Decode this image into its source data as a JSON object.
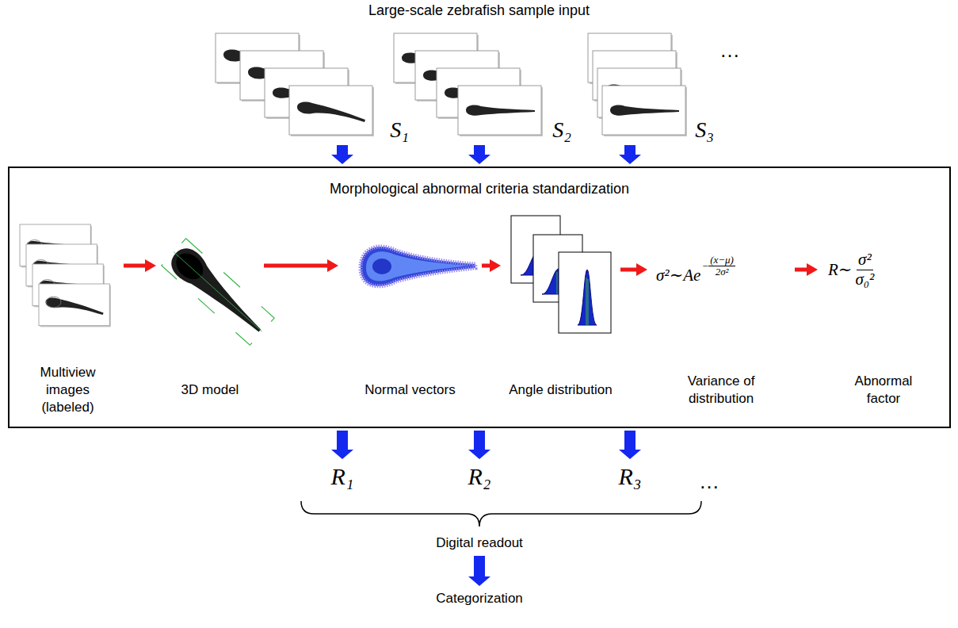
{
  "diagram": {
    "title": "Large-scale zebrafish sample input",
    "nodes": [
      {
        "text": [
          "S₁"
        ]
      },
      {
        "text": [
          "S₂"
        ]
      },
      {
        "text": [
          "S₃"
        ]
      },
      {
        "text": [
          "Morphological abnormal criteria standardization"
        ]
      },
      {
        "text": [
          "Multiview images (labeled)"
        ],
        "in": 3
      },
      {
        "text": [
          "3D model"
        ],
        "in": 3
      },
      {
        "text": [
          "Normal vectors"
        ],
        "in": 3
      },
      {
        "text": [
          "Angle distribution"
        ],
        "in": 3
      },
      {
        "text": [
          "σ²∼Ae",
          "−",
          "(x−μ)",
          "2σ²",
          "Variance of distribution"
        ],
        "in": 3
      },
      {
        "text": [
          "R∼",
          "σ²",
          "σ₀²",
          "Abnormal factor"
        ],
        "in": 3
      },
      {
        "text": [
          "R₁"
        ]
      },
      {
        "text": [
          "R₂"
        ]
      },
      {
        "text": [
          "R₃"
        ]
      },
      {
        "text": [
          "Digital readout"
        ]
      },
      {
        "text": [
          "Categorization"
        ]
      }
    ],
    "edges": [
      {
        "from": 0,
        "to": 3,
        "arrow": "to"
      },
      {
        "from": 1,
        "to": 3,
        "arrow": "to"
      },
      {
        "from": 2,
        "to": 3,
        "arrow": "to"
      },
      {
        "from": 4,
        "to": 5,
        "arrow": "to"
      },
      {
        "from": 5,
        "to": 6,
        "arrow": "to"
      },
      {
        "from": 6,
        "to": 7,
        "arrow": "to"
      },
      {
        "from": 7,
        "to": 8,
        "arrow": "to"
      },
      {
        "from": 8,
        "to": 9,
        "arrow": "to"
      },
      {
        "from": 3,
        "to": 10,
        "arrow": "to"
      },
      {
        "from": 3,
        "to": 11,
        "arrow": "to"
      },
      {
        "from": 3,
        "to": 12,
        "arrow": "to"
      },
      {
        "from": 13,
        "to": 14,
        "arrow": "to"
      }
    ],
    "labels": [
      "…",
      "…"
    ]
  }
}
